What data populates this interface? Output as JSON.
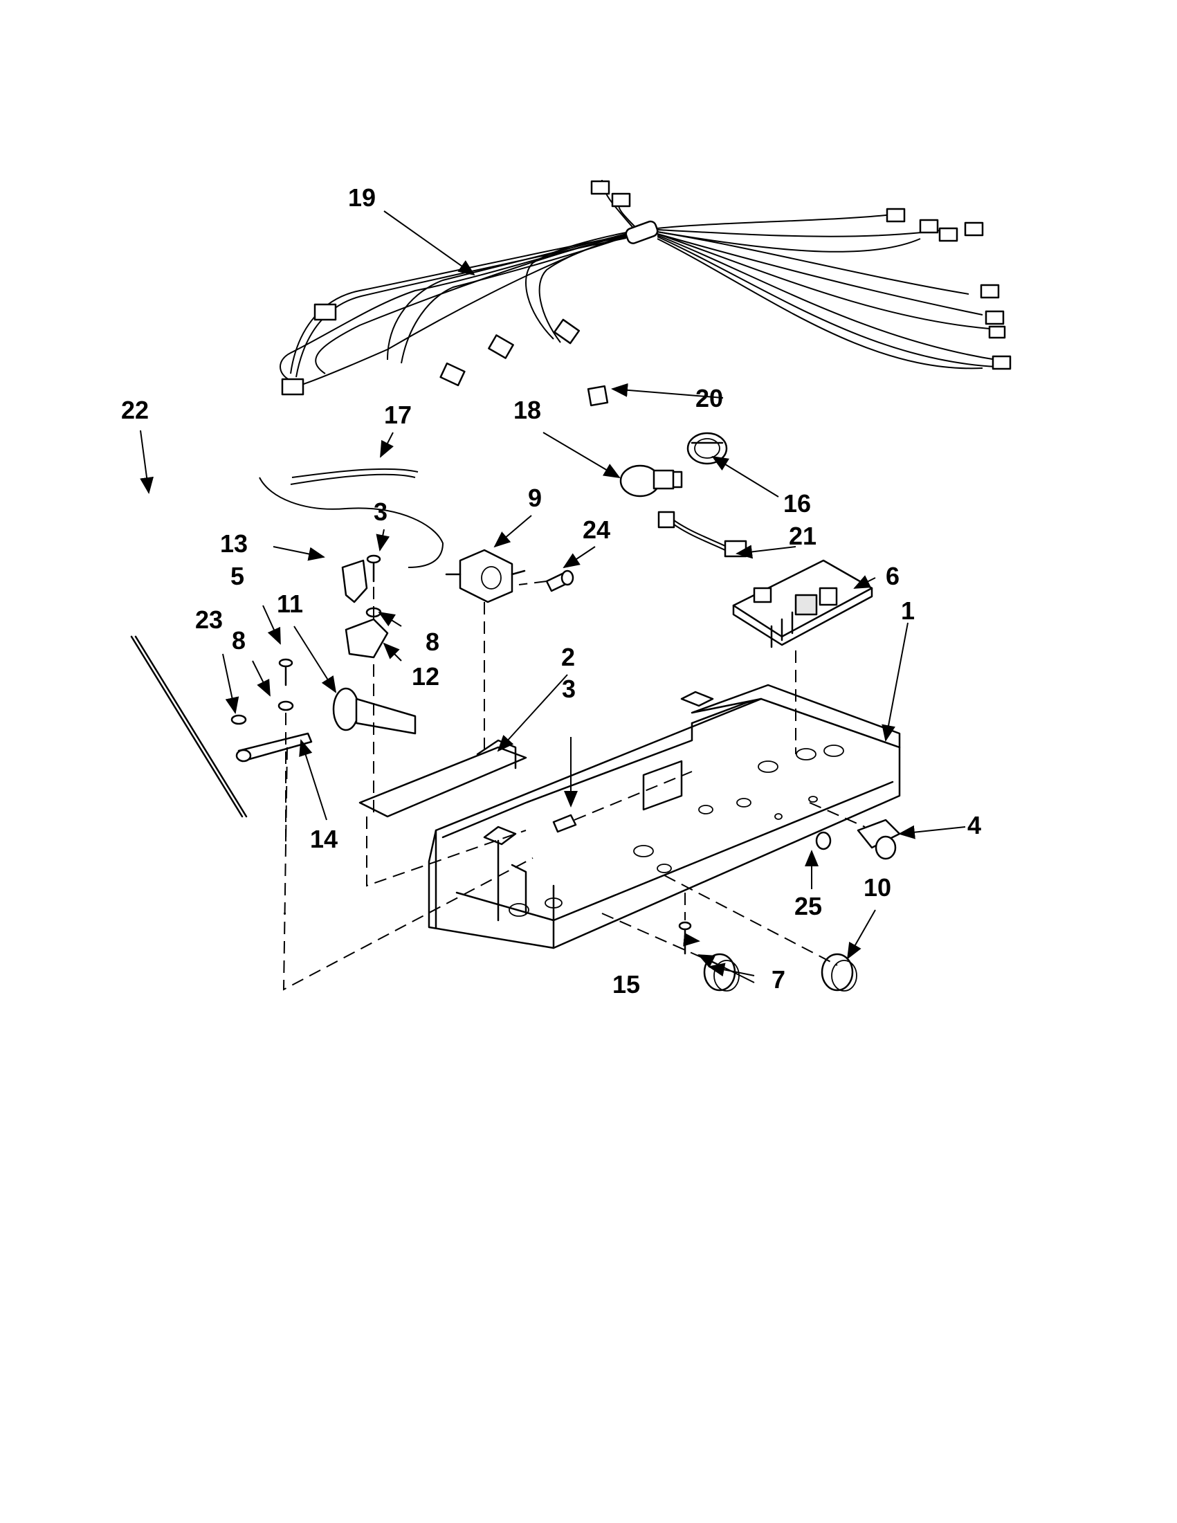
{
  "labels": [
    "19",
    "20",
    "18",
    "16",
    "21",
    "6",
    "1",
    "2",
    "3",
    "4",
    "25",
    "10",
    "7",
    "15",
    "22",
    "17",
    "3",
    "9",
    "24",
    "13",
    "5",
    "11",
    "8",
    "12",
    "23",
    "8",
    "14"
  ]
}
